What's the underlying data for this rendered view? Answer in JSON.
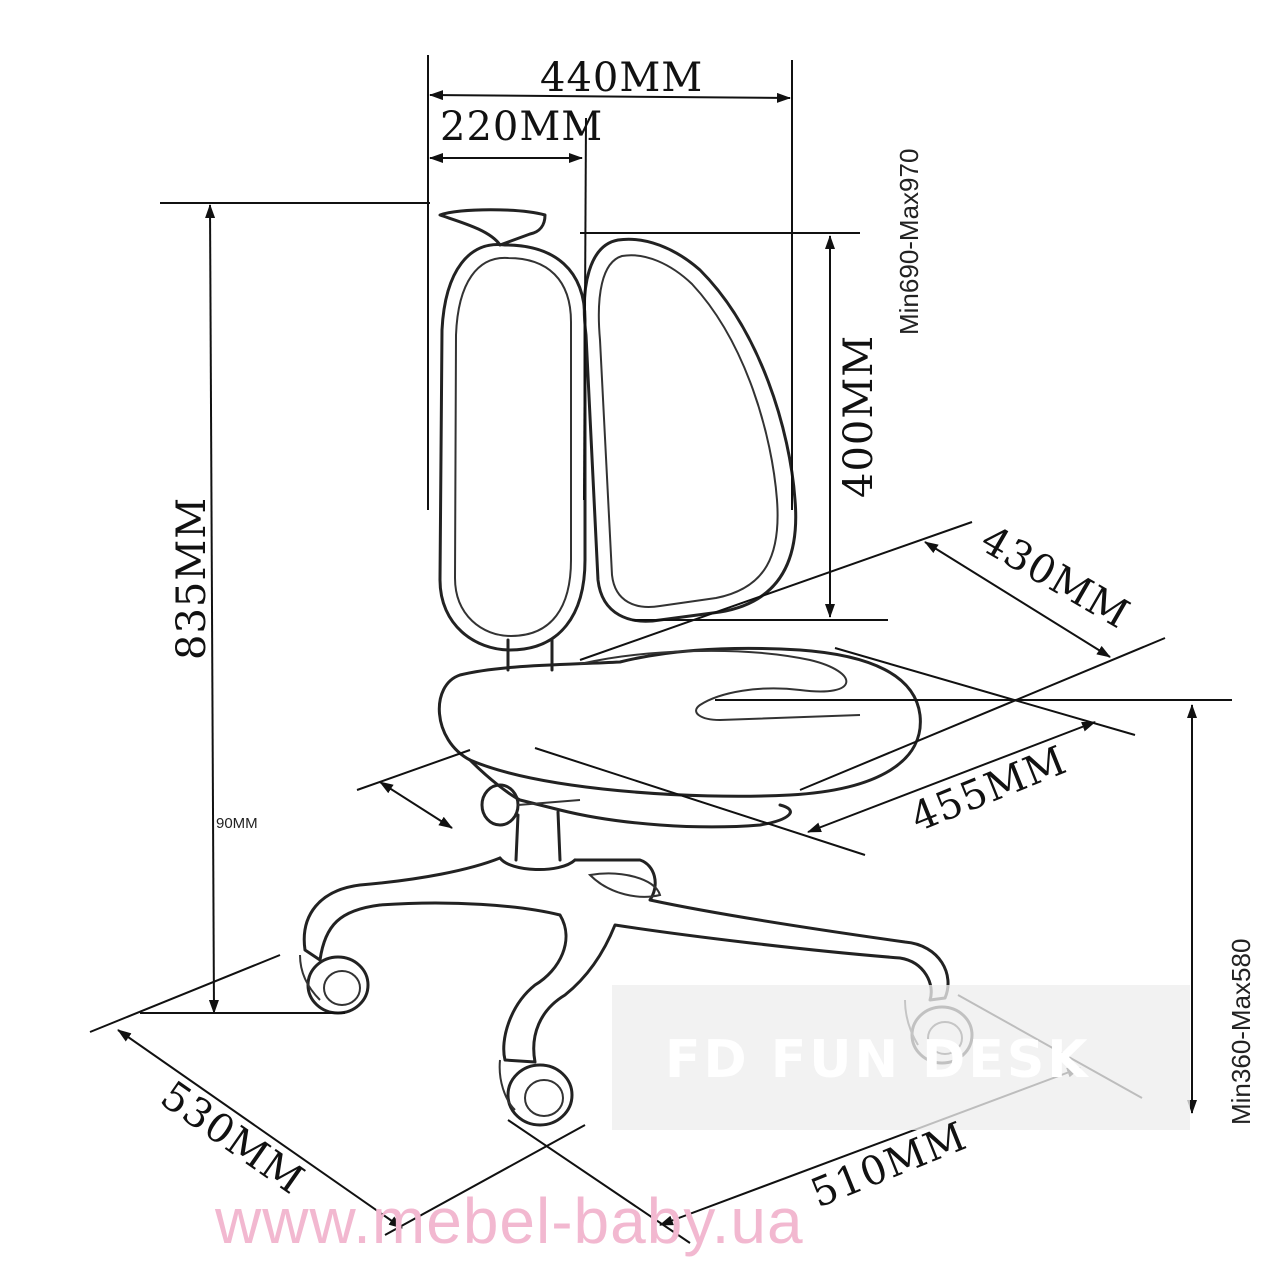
{
  "dimensions": {
    "total_width": "440MM",
    "half_width": "220MM",
    "total_height": "835MM",
    "backrest_height": "400MM",
    "backrest_depth": "430MM",
    "seat_depth": "455MM",
    "base_depth": "530MM",
    "base_width": "510MM",
    "height_range": "Min690-Max970",
    "seat_height_range": "Min360-Max580",
    "small_label": "90MM"
  },
  "watermark": {
    "logo": "FD FUN DESK",
    "url": "www.mebel-baby.ua",
    "url_color": "#f2b8d0"
  }
}
